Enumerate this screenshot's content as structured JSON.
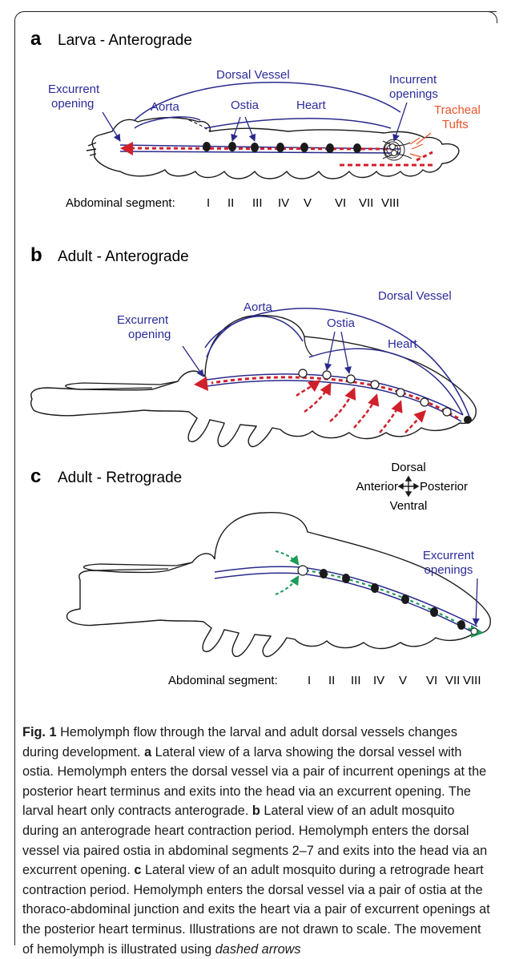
{
  "panels": {
    "a": {
      "letter": "a",
      "title": "Larva - Anterograde",
      "labels": {
        "dorsal_vessel": "Dorsal Vessel",
        "aorta": "Aorta",
        "ostia": "Ostia",
        "heart": "Heart",
        "excurrent_1": "Excurrent",
        "excurrent_2": "opening",
        "incurrent_1": "Incurrent",
        "incurrent_2": "openings",
        "tracheal_1": "Tracheal",
        "tracheal_2": "Tufts"
      },
      "segment_label": "Abdominal segment:",
      "segments": [
        "I",
        "II",
        "III",
        "IV",
        "V",
        "VI",
        "VII",
        "VIII"
      ]
    },
    "b": {
      "letter": "b",
      "title": "Adult - Anterograde",
      "labels": {
        "dorsal_vessel": "Dorsal Vessel",
        "aorta": "Aorta",
        "ostia": "Ostia",
        "heart": "Heart",
        "excurrent_1": "Excurrent",
        "excurrent_2": "opening"
      }
    },
    "c": {
      "letter": "c",
      "title": "Adult - Retrograde",
      "orientation": {
        "dorsal": "Dorsal",
        "anterior": "Anterior",
        "posterior": "Posterior",
        "ventral": "Ventral"
      },
      "labels": {
        "excurrent_1": "Excurrent",
        "excurrent_2": "openings"
      },
      "segment_label": "Abdominal segment:",
      "segments": [
        "I",
        "II",
        "III",
        "IV",
        "V",
        "VI",
        "VII",
        "VIII"
      ]
    }
  },
  "colors": {
    "vessel": "#2a2a8c",
    "label_blue": "#2b2b9a",
    "flow_red": "#d0202a",
    "flow_green": "#1e9a5a",
    "tuft_orange": "#e8552a",
    "ink": "#1a1a1a"
  },
  "caption": {
    "fig_label": "Fig. 1",
    "lead": "Hemolymph flow through the larval and adult dorsal vessels changes during development.",
    "a_letter": "a",
    "a_text": "Lateral view of a larva showing the dorsal vessel with ostia. Hemolymph enters the dorsal vessel via a pair of incurrent openings at the posterior heart terminus and exits into the head via an excurrent opening. The larval heart only contracts anterograde.",
    "b_letter": "b",
    "b_text": "Lateral view of an adult mosquito during an anterograde heart contraction period. Hemolymph enters the dorsal vessel via paired ostia in abdominal segments 2–7 and exits into the head via an excurrent opening.",
    "c_letter": "c",
    "c_text": "Lateral view of an adult mosquito during a retrograde heart contraction period. Hemolymph enters the dorsal vessel via a pair of ostia at the thoraco-abdominal junction and exits the heart via a pair of excurrent openings at the posterior heart terminus. Illustrations are not drawn to scale. The movement of hemolymph is illustrated using",
    "tail_italic": "dashed arrows"
  }
}
